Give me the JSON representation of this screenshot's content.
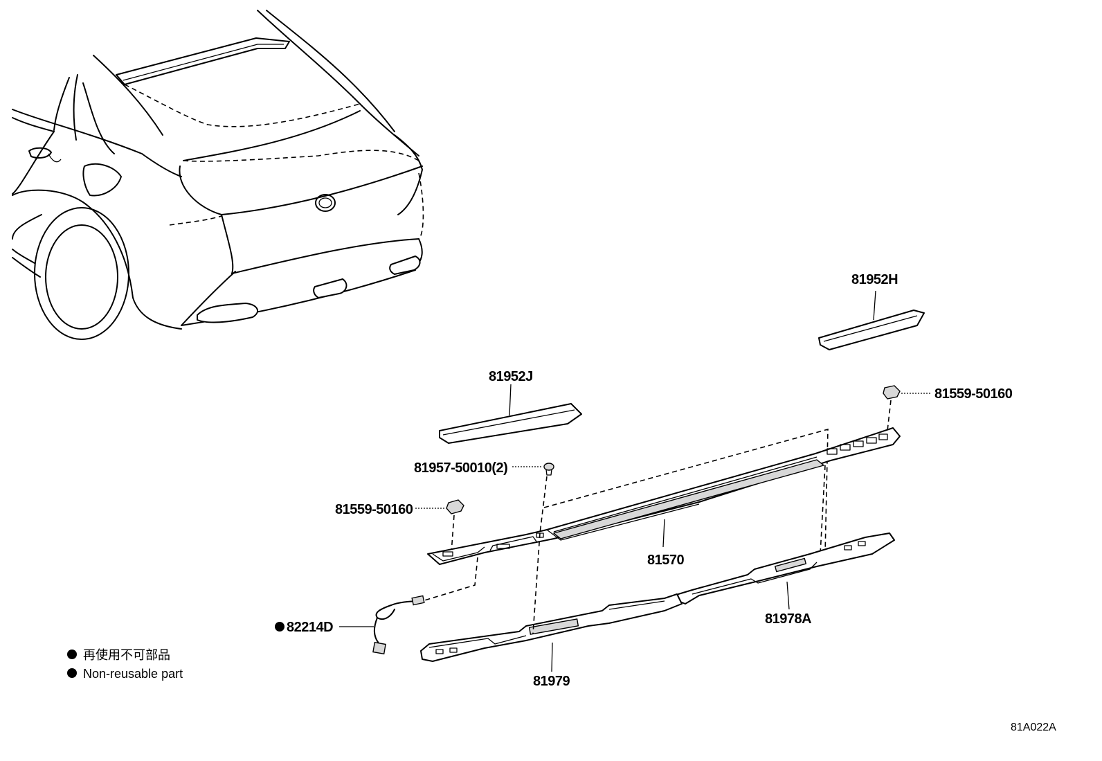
{
  "parts": {
    "p81952H": "81952H",
    "p81952J": "81952J",
    "p81559_right": "81559-50160",
    "p81957": "81957-50010(2)",
    "p81559_left": "81559-50160",
    "p81570": "81570",
    "p82214D": "82214D",
    "p81978A": "81978A",
    "p81979": "81979"
  },
  "legend": {
    "line1": "再使用不可部品",
    "line2": "Non-reusable part"
  },
  "diagram_code": "81A022A"
}
